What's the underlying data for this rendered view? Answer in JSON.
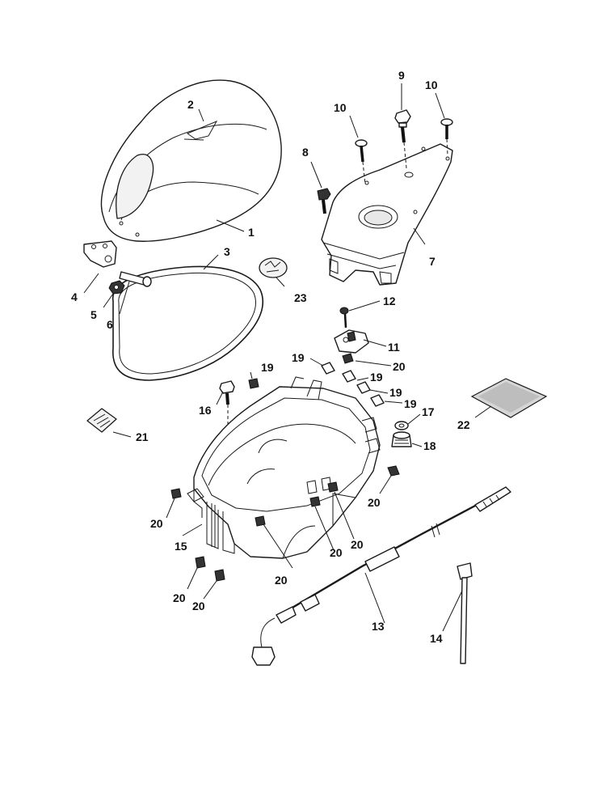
{
  "callouts": [
    {
      "id": "c1",
      "text": "1"
    },
    {
      "id": "c2",
      "text": "2"
    },
    {
      "id": "c3",
      "text": "3"
    },
    {
      "id": "c4",
      "text": "4"
    },
    {
      "id": "c5",
      "text": "5"
    },
    {
      "id": "c6",
      "text": "6"
    },
    {
      "id": "c7",
      "text": "7"
    },
    {
      "id": "c8",
      "text": "8"
    },
    {
      "id": "c9",
      "text": "9"
    },
    {
      "id": "c10a",
      "text": "10"
    },
    {
      "id": "c10b",
      "text": "10"
    },
    {
      "id": "c11",
      "text": "11"
    },
    {
      "id": "c12",
      "text": "12"
    },
    {
      "id": "c13",
      "text": "13"
    },
    {
      "id": "c14",
      "text": "14"
    },
    {
      "id": "c15",
      "text": "15"
    },
    {
      "id": "c16",
      "text": "16"
    },
    {
      "id": "c17",
      "text": "17"
    },
    {
      "id": "c18",
      "text": "18"
    },
    {
      "id": "c19a",
      "text": "19"
    },
    {
      "id": "c19b",
      "text": "19"
    },
    {
      "id": "c19c",
      "text": "19"
    },
    {
      "id": "c19d",
      "text": "19"
    },
    {
      "id": "c19e",
      "text": "19"
    },
    {
      "id": "c20a",
      "text": "20"
    },
    {
      "id": "c20b",
      "text": "20"
    },
    {
      "id": "c20c",
      "text": "20"
    },
    {
      "id": "c20d",
      "text": "20"
    },
    {
      "id": "c20e",
      "text": "20"
    },
    {
      "id": "c20f",
      "text": "20"
    },
    {
      "id": "c20g",
      "text": "20"
    },
    {
      "id": "c20h",
      "text": "20"
    },
    {
      "id": "c21",
      "text": "21"
    },
    {
      "id": "c22",
      "text": "22"
    },
    {
      "id": "c23",
      "text": "23"
    }
  ]
}
